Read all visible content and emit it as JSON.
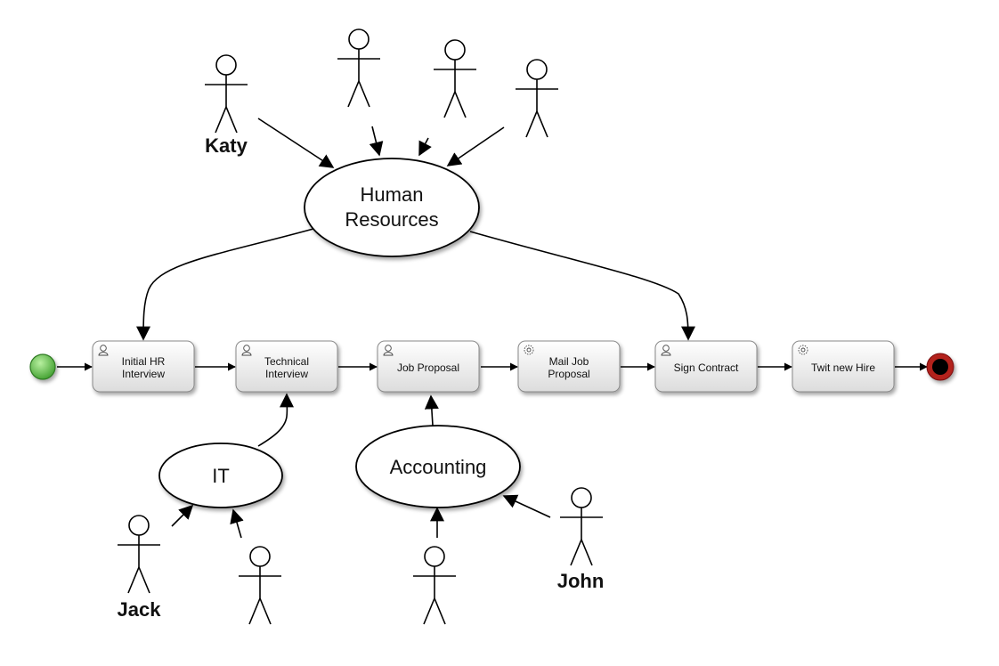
{
  "process": {
    "tasks": [
      {
        "id": "t1",
        "lines": [
          "Initial HR",
          "Interview"
        ],
        "icon": "user-task-icon"
      },
      {
        "id": "t2",
        "lines": [
          "Technical",
          "Interview"
        ],
        "icon": "user-task-icon"
      },
      {
        "id": "t3",
        "lines": [
          "Job Proposal"
        ],
        "icon": "user-task-icon"
      },
      {
        "id": "t4",
        "lines": [
          "Mail Job",
          "Proposal"
        ],
        "icon": "service-task-icon"
      },
      {
        "id": "t5",
        "lines": [
          "Sign Contract"
        ],
        "icon": "user-task-icon"
      },
      {
        "id": "t6",
        "lines": [
          "Twit new Hire"
        ],
        "icon": "service-task-icon"
      }
    ],
    "start_event_color": "#4caf3a",
    "end_event_color": "#b3201c"
  },
  "groups": {
    "hr": [
      "Human",
      "Resources"
    ],
    "it": "IT",
    "accounting": "Accounting"
  },
  "actors": {
    "katy": "Katy",
    "jack": "Jack",
    "john": "John"
  }
}
